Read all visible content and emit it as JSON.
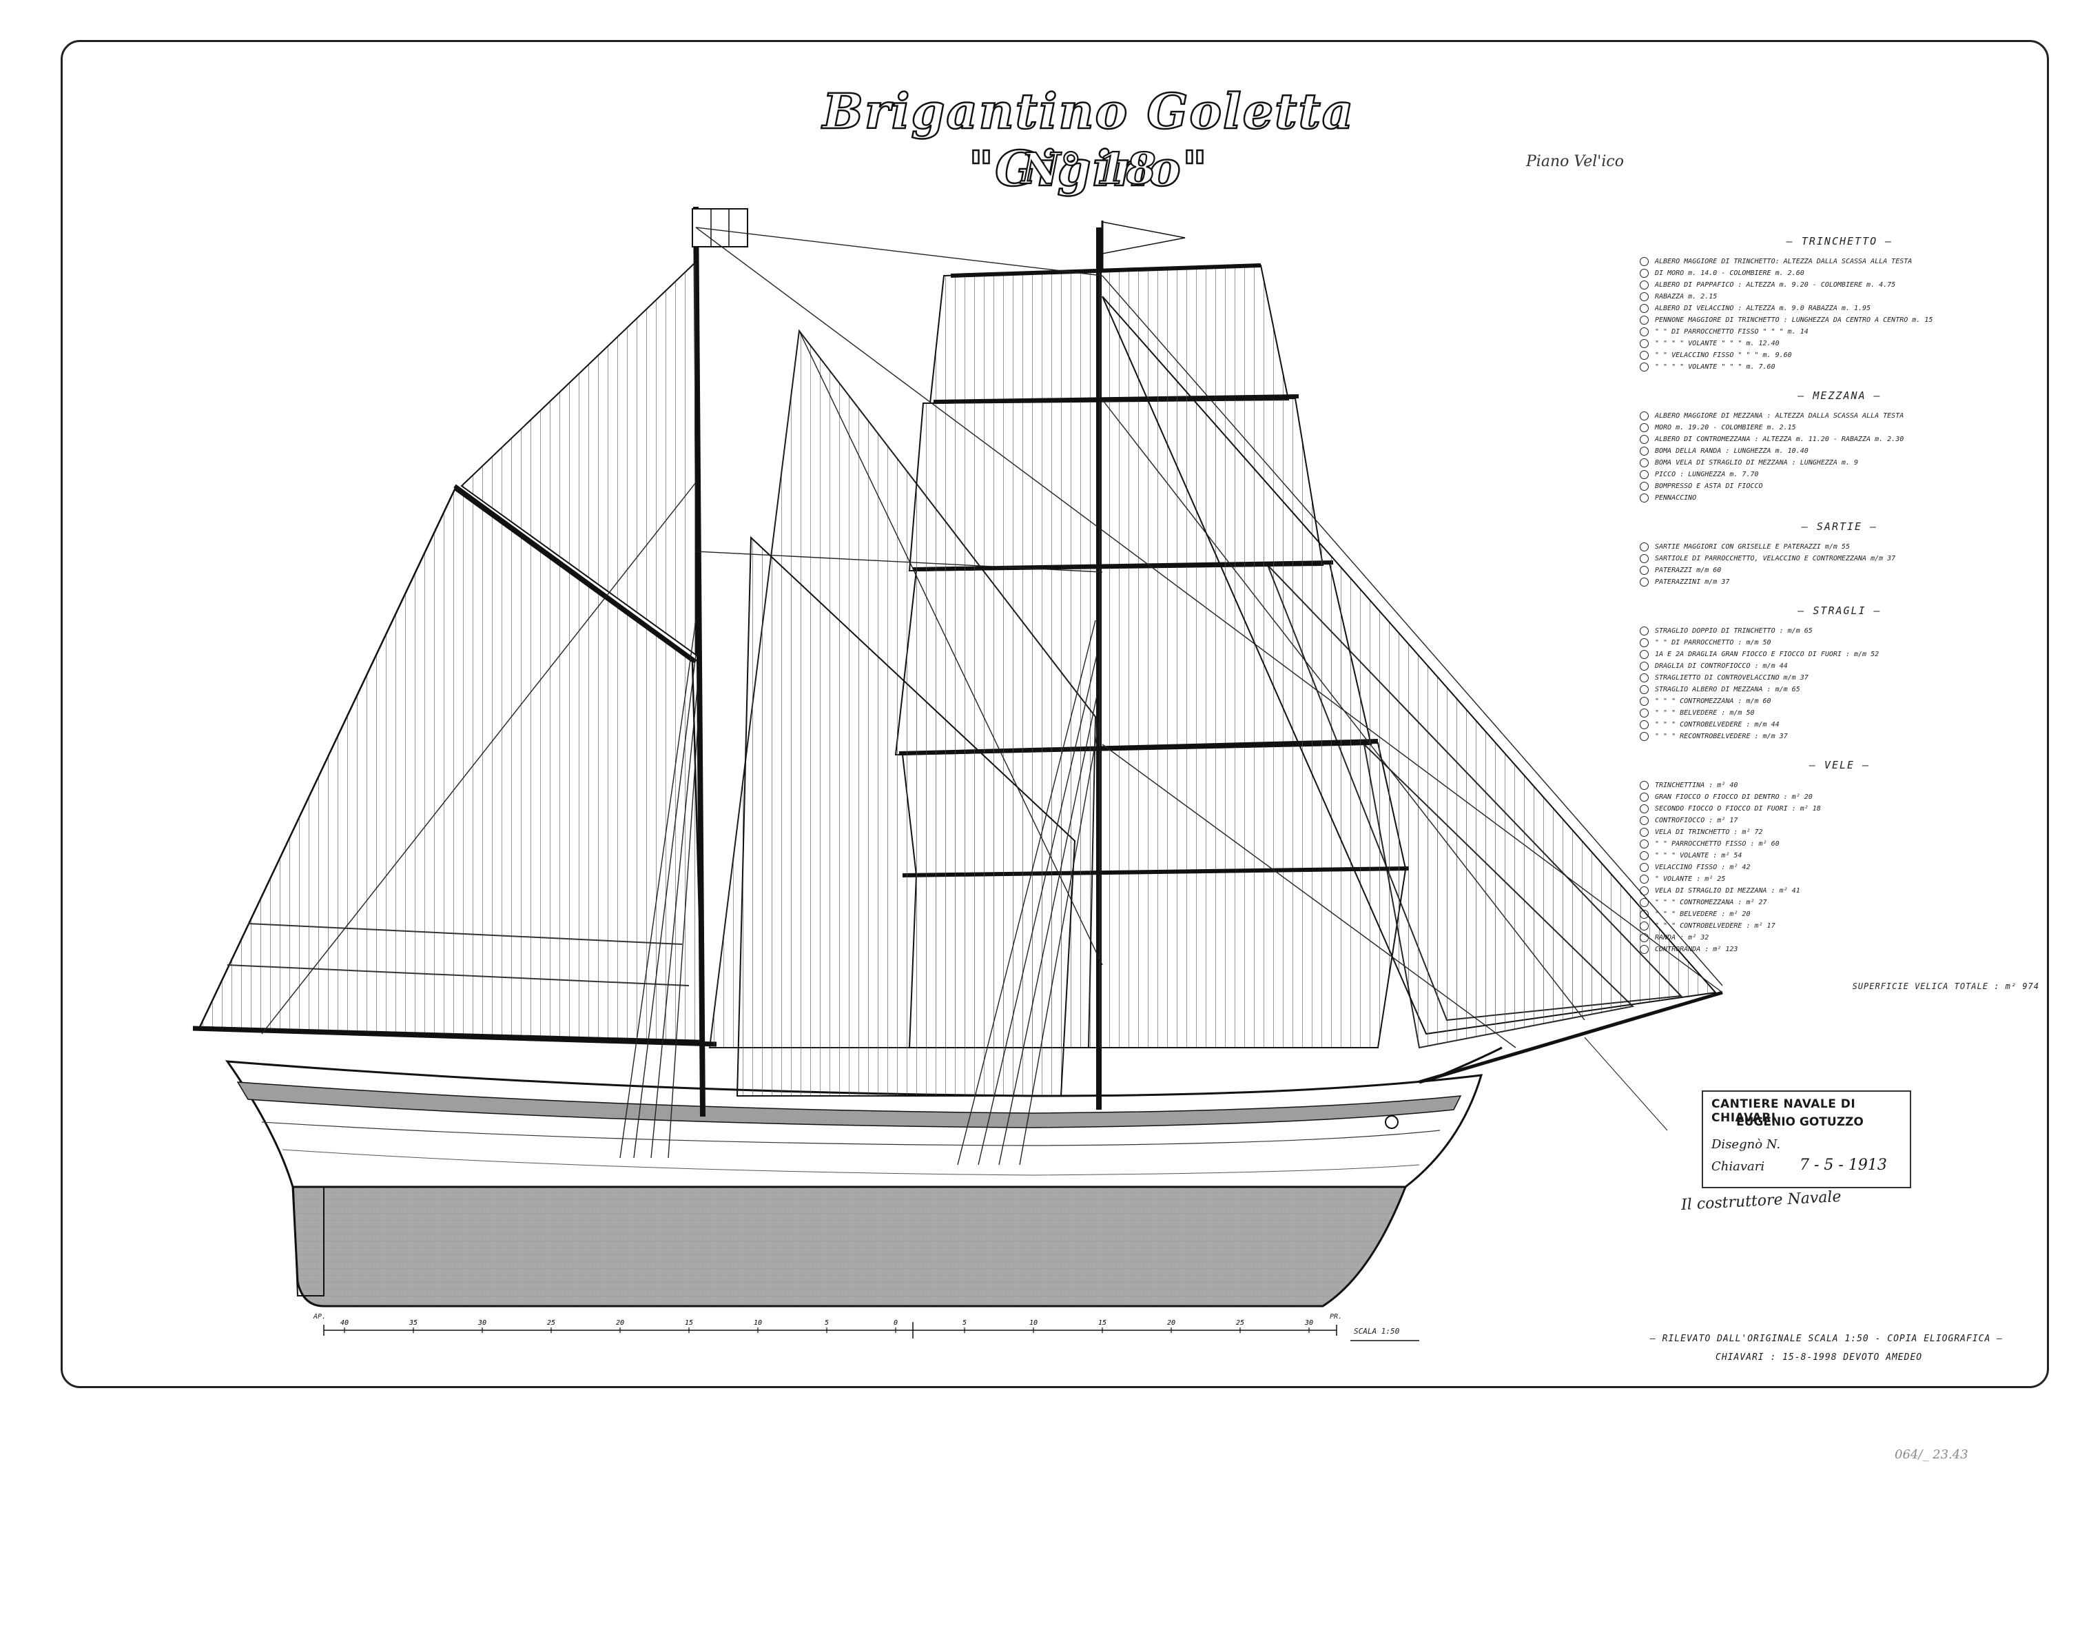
{
  "title": "Brigantino Goletta \"Gigino\"",
  "subtitle": "N° 18",
  "scale_note": "Piano Vel'ico",
  "legend": {
    "sections": [
      {
        "heading": "— TRINCHETTO —",
        "rows": [
          "ALBERO MAGGIORE DI TRINCHETTO: ALTEZZA DALLA SCASSA ALLA TESTA",
          "DI MORO m. 14.0 - COLOMBIERE m. 2.60",
          "ALBERO DI PAPPAFICO : ALTEZZA m. 9.20 - COLOMBIERE m. 4.75",
          "RABAZZA m. 2.15",
          "ALBERO DI VELACCINO : ALTEZZA m. 9.0 RABAZZA m. 1.95",
          "PENNONE MAGGIORE DI TRINCHETTO : LUNGHEZZA DA CENTRO A CENTRO m. 15",
          "\"  \"  DI PARROCCHETTO FISSO  \"  \"  \"  m. 14",
          "\"  \"  \"  \"  VOLANTE  \"  \"  \"  m. 12.40",
          "\"  \"  VELACCINO FISSO  \"  \"  \"  m. 9.60",
          "\"  \"  \"  \"  VOLANTE  \"  \"  \"  m. 7.60"
        ]
      },
      {
        "heading": "— MEZZANA —",
        "rows": [
          "ALBERO MAGGIORE DI MEZZANA : ALTEZZA DALLA SCASSA ALLA TESTA",
          "MORO m. 19.20 - COLOMBIERE m. 2.15",
          "ALBERO DI CONTROMEZZANA : ALTEZZA m. 11.20 - RABAZZA m. 2.30",
          "BOMA DELLA RANDA : LUNGHEZZA m. 10.40",
          "BOMA VELA DI STRAGLIO DI MEZZANA : LUNGHEZZA m. 9",
          "PICCO : LUNGHEZZA m. 7.70",
          "BOMPRESSO E ASTA DI FIOCCO",
          "PENNACCINO"
        ]
      },
      {
        "heading": "— SARTIE —",
        "rows": [
          "SARTIE MAGGIORI CON GRISELLE E PATERAZZI m/m 55",
          "SARTIOLE DI PARROCCHETTO, VELACCINO E CONTROMEZZANA m/m 37",
          "PATERAZZI m/m 60",
          "PATERAZZINI m/m 37"
        ]
      },
      {
        "heading": "— STRAGLI —",
        "rows": [
          "STRAGLIO DOPPIO DI TRINCHETTO : m/m 65",
          "\"  \"  DI PARROCCHETTO : m/m 50",
          "1A E 2A DRAGLIA GRAN FIOCCO E FIOCCO DI FUORI : m/m 52",
          "DRAGLIA DI CONTROFIOCCO : m/m 44",
          "STRAGLIETTO DI CONTROVELACCINO m/m 37",
          "STRAGLIO ALBERO DI MEZZANA : m/m 65",
          "\"  \"  \"  CONTROMEZZANA : m/m 60",
          "\"  \"  \"  BELVEDERE : m/m 50",
          "\"  \"  \"  CONTROBELVEDERE : m/m 44",
          "\"  \"  \"  RECONTROBELVEDERE : m/m 37"
        ]
      },
      {
        "heading": "— VELE —",
        "rows": [
          "TRINCHETTINA : m² 40",
          "GRAN FIOCCO O FIOCCO DI DENTRO : m² 20",
          "SECONDO FIOCCO O FIOCCO DI FUORI : m² 18",
          "CONTROFIOCCO : m² 17",
          "VELA DI TRINCHETTO : m² 72",
          "\"  \"  PARROCCHETTO FISSO : m² 60",
          "\"  \"  \"  VOLANTE : m² 54",
          "VELACCINO FISSO : m² 42",
          "\"  VOLANTE : m² 25",
          "VELA DI STRAGLIO DI MEZZANA : m² 41",
          "\"  \"  \"  CONTROMEZZANA : m² 27",
          "\"  \"  \"  BELVEDERE : m² 20",
          "\"  \"  \"  CONTROBELVEDERE : m² 17",
          "RANDA : m² 32",
          "CONTRORANDA : m² 123"
        ]
      }
    ],
    "total": "SUPERFICIE VELICA TOTALE : m² 974"
  },
  "stamp": {
    "line1": "CANTIERE NAVALE DI CHIAVARI",
    "line2": "EUGENIO GOTUZZO",
    "line3": "Disegnò N.",
    "line4": "Chiavari",
    "date": "7 - 5 - 1913"
  },
  "signature": "Il costruttore Navale",
  "scale_label": "SCALA 1:50",
  "note1": "— RILEVATO DALL'ORIGINALE SCALA 1:50 - COPIA ELIOGRAFICA —",
  "note2": "CHIAVARI : 15-8-1998 DEVOTO AMEDEO",
  "ruler": {
    "left_mark": "AP.",
    "right_mark": "PR.",
    "numbers": [
      "40",
      "35",
      "30",
      "25",
      "20",
      "15",
      "10",
      "5",
      "0",
      "5",
      "10",
      "15",
      "20",
      "25",
      "30"
    ]
  },
  "archive_mark": "064/_ 23.43",
  "colors": {
    "ink": "#1a1a1a",
    "hull_shade": "#a8a8a8",
    "paper": "#ffffff"
  }
}
